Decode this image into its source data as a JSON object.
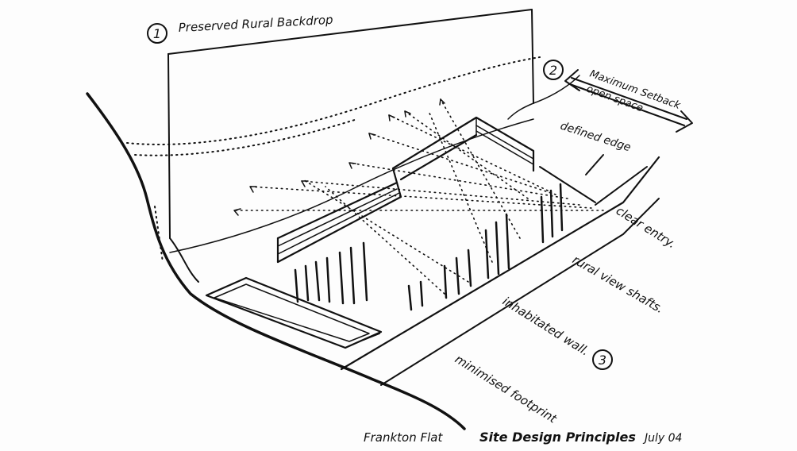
{
  "sketch": {
    "labels": {
      "rural_backdrop": "Preserved Rural Backdrop",
      "setback": "Maximum Setback",
      "open_space": "open space",
      "defined_edge": "defined edge",
      "clear_entry": "clear entry.",
      "view_shafts": "rural view shafts.",
      "inhabitated_wall": "inhabitated wall.",
      "minimised_footprint": "minimised footprint"
    },
    "markers": {
      "one": "1",
      "two": "2",
      "three": "3"
    },
    "footer": {
      "place": "Frankton Flat",
      "title": "Site Design Principles",
      "date": "July 04"
    }
  }
}
